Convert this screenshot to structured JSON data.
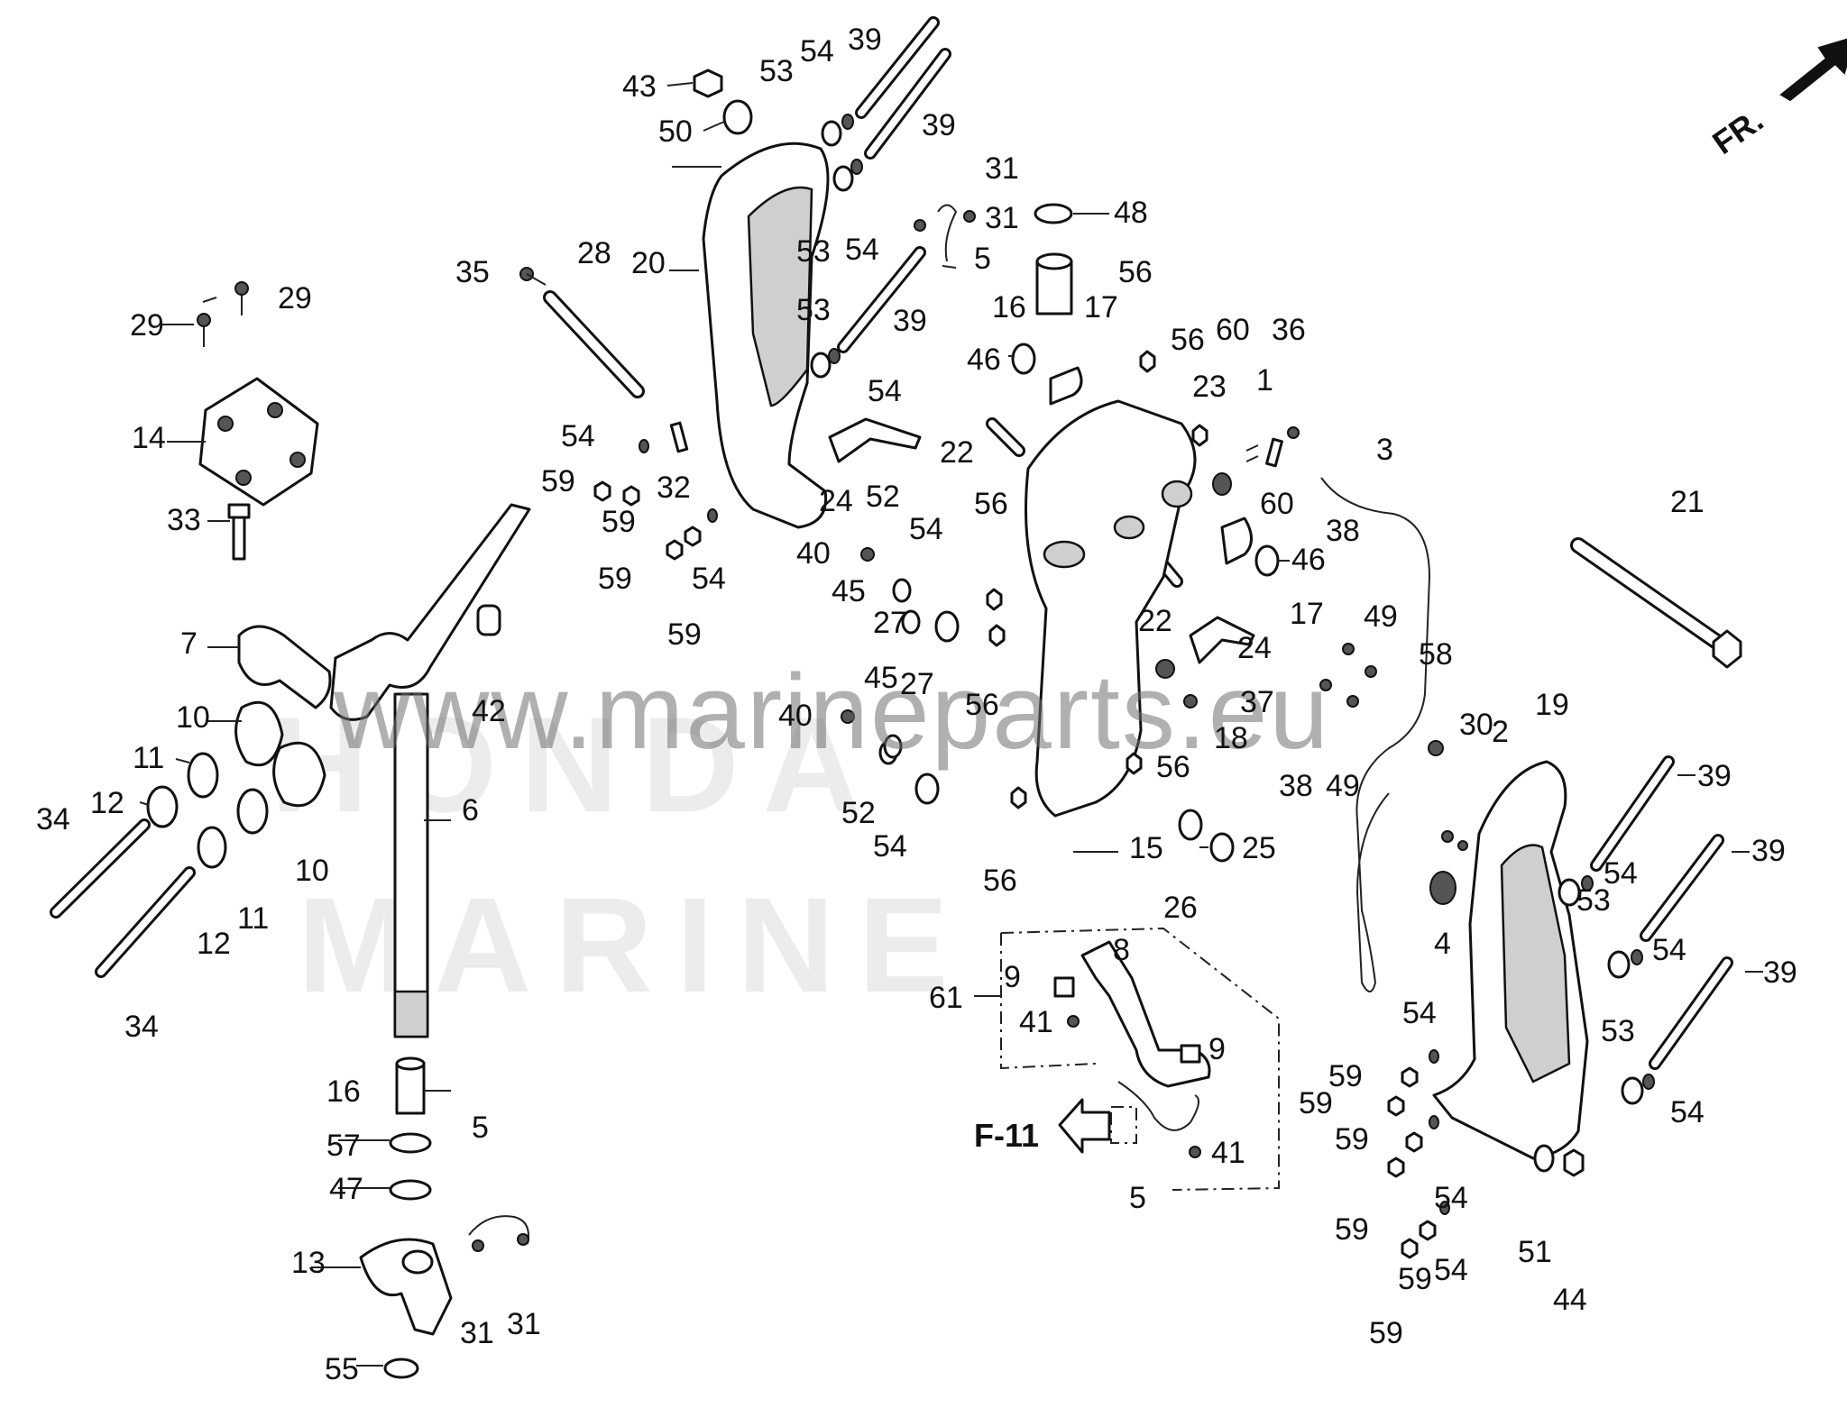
{
  "watermark": {
    "url": "www.marineparts.eu",
    "logo_lines": [
      "HONDA",
      "MARINE"
    ]
  },
  "front_marker": {
    "label": "FR."
  },
  "reference": {
    "label": "F-11"
  },
  "callouts": {
    "c1": "1",
    "c2": "2",
    "c3": "3",
    "c4": "4",
    "c5a": "5",
    "c5b": "5",
    "c5c": "5",
    "c6": "6",
    "c7": "7",
    "c8": "8",
    "c9a": "9",
    "c9b": "9",
    "c10a": "10",
    "c10b": "10",
    "c11a": "11",
    "c11b": "11",
    "c12a": "12",
    "c12b": "12",
    "c13": "13",
    "c14": "14",
    "c15": "15",
    "c16a": "16",
    "c16b": "16",
    "c17a": "17",
    "c17b": "17",
    "c18": "18",
    "c19": "19",
    "c20": "20",
    "c21": "21",
    "c22a": "22",
    "c22b": "22",
    "c23": "23",
    "c24a": "24",
    "c24b": "24",
    "c25": "25",
    "c26": "26",
    "c27a": "27",
    "c27b": "27",
    "c28": "28",
    "c29a": "29",
    "c29b": "29",
    "c30": "30",
    "c31a": "31",
    "c31b": "31",
    "c31c": "31",
    "c31d": "31",
    "c32": "32",
    "c33": "33",
    "c34a": "34",
    "c34b": "34",
    "c35": "35",
    "c36": "36",
    "c37": "37",
    "c38a": "38",
    "c38b": "38",
    "c39a": "39",
    "c39b": "39",
    "c39c": "39",
    "c39d": "39",
    "c39e": "39",
    "c39f": "39",
    "c40a": "40",
    "c40b": "40",
    "c41a": "41",
    "c41b": "41",
    "c42": "42",
    "c43": "43",
    "c44": "44",
    "c45a": "45",
    "c45b": "45",
    "c46a": "46",
    "c46b": "46",
    "c47": "47",
    "c48": "48",
    "c49a": "49",
    "c49b": "49",
    "c50": "50",
    "c51": "51",
    "c52a": "52",
    "c52b": "52",
    "c53a": "53",
    "c53b": "53",
    "c53c": "53",
    "c53d": "53",
    "c53e": "53",
    "c54a": "54",
    "c54b": "54",
    "c54c": "54",
    "c54d": "54",
    "c54e": "54",
    "c54f": "54",
    "c54g": "54",
    "c54h": "54",
    "c54i": "54",
    "c54j": "54",
    "c54k": "54",
    "c54l": "54",
    "c54m": "54",
    "c55": "55",
    "c56a": "56",
    "c56b": "56",
    "c56c": "56",
    "c56d": "56",
    "c56e": "56",
    "c56f": "56",
    "c57": "57",
    "c58": "58",
    "c59a": "59",
    "c59b": "59",
    "c59c": "59",
    "c59d": "59",
    "c59e": "59",
    "c59f": "59",
    "c59g": "59",
    "c59h": "59",
    "c59i": "59",
    "c59j": "59",
    "c60a": "60",
    "c60b": "60",
    "c61": "61"
  }
}
